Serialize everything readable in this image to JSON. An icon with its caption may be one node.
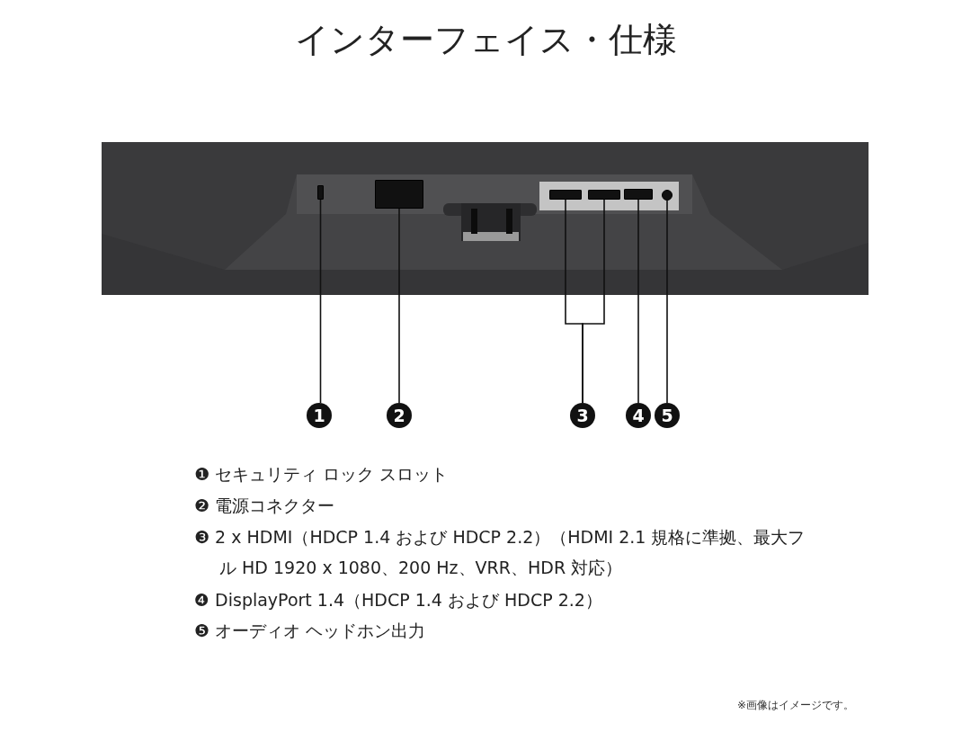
{
  "diagram": {
    "title": "インターフェイス・仕様",
    "nodes": [
      {
        "text": [
          "1"
        ]
      },
      {
        "text": [
          "2"
        ]
      },
      {
        "text": [
          "3"
        ]
      },
      {
        "text": [
          "4"
        ]
      },
      {
        "text": [
          "5"
        ]
      },
      {
        "text": [],
        "shape": "box"
      },
      {
        "text": [],
        "shape": "box"
      },
      {
        "text": [],
        "shape": "box"
      },
      {
        "text": [],
        "shape": "box"
      },
      {
        "text": [],
        "shape": "box"
      },
      {
        "text": [],
        "shape": "circle"
      }
    ],
    "edges": [
      {
        "from": 0,
        "to": 5,
        "arrow": "none"
      },
      {
        "from": 1,
        "to": 6,
        "arrow": "none"
      },
      {
        "from": 2,
        "to": 7,
        "arrow": "none"
      },
      {
        "from": 2,
        "to": 8,
        "arrow": "none"
      },
      {
        "from": 3,
        "to": 9,
        "arrow": "none"
      },
      {
        "from": 4,
        "to": 10,
        "arrow": "none"
      }
    ],
    "labels": [
      "❶ セキュリティ ロック スロット",
      "❷ 電源コネクター",
      "❸ 2 x HDMI（HDCP 1.4 および HDCP 2.2）（HDMI 2.1 規格に準拠、最大フル HD 1920 x 1080、200 Hz、VRR、HDR 対応）",
      "❹ DisplayPort 1.4（HDCP 1.4 および HDCP 2.2）",
      "❺ オーディオ ヘッドホン出力",
      "※画像はイメージです。"
    ]
  }
}
